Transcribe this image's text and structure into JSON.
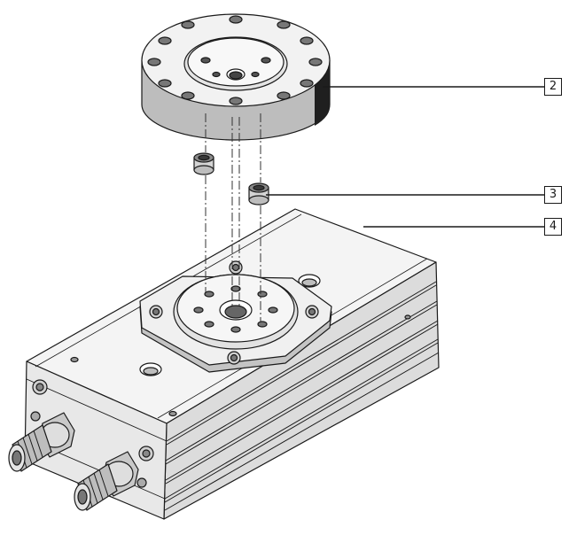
{
  "callouts": [
    {
      "id": "flange",
      "label": "2"
    },
    {
      "id": "sleeve",
      "label": "3"
    },
    {
      "id": "actuator",
      "label": "4"
    }
  ],
  "colors": {
    "ink": "#1a1a1a",
    "light": "#f4f4f4",
    "mid": "#d8d8d8",
    "dark": "#a8a8a8",
    "shadow": "#555555"
  }
}
